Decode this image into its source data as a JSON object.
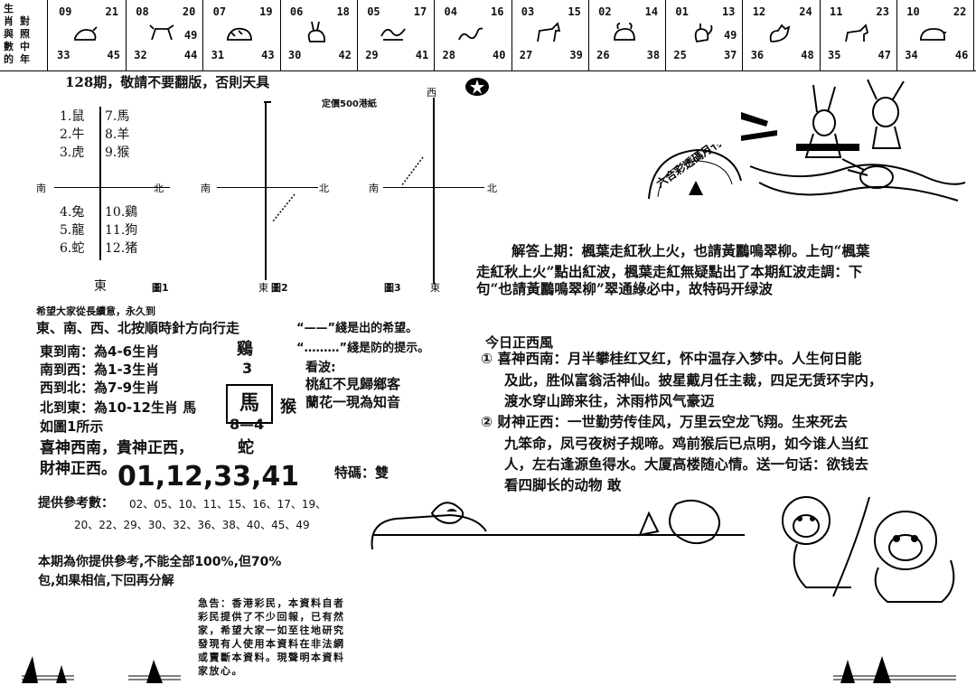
{
  "strip": {
    "side_labels": [
      "生",
      "肖",
      "與",
      "數",
      "的",
      "對",
      "照",
      "中",
      "年"
    ],
    "cells": [
      {
        "tl": "09",
        "tr": "21",
        "mr": "",
        "bl": "33",
        "br": "45",
        "animal": "rat-icon"
      },
      {
        "tl": "08",
        "tr": "20",
        "mr": "49",
        "bl": "32",
        "br": "44",
        "animal": "ox-icon"
      },
      {
        "tl": "07",
        "tr": "19",
        "mr": "",
        "bl": "31",
        "br": "43",
        "animal": "tiger-icon"
      },
      {
        "tl": "06",
        "tr": "18",
        "mr": "",
        "bl": "30",
        "br": "42",
        "animal": "rabbit-icon"
      },
      {
        "tl": "05",
        "tr": "17",
        "mr": "",
        "bl": "29",
        "br": "41",
        "animal": "dragon-icon"
      },
      {
        "tl": "04",
        "tr": "16",
        "mr": "",
        "bl": "28",
        "br": "40",
        "animal": "snake-icon"
      },
      {
        "tl": "03",
        "tr": "15",
        "mr": "",
        "bl": "27",
        "br": "39",
        "animal": "horse-icon"
      },
      {
        "tl": "02",
        "tr": "14",
        "mr": "",
        "bl": "26",
        "br": "38",
        "animal": "goat-icon"
      },
      {
        "tl": "01",
        "tr": "13",
        "mr": "49",
        "bl": "25",
        "br": "37",
        "animal": "monkey-icon"
      },
      {
        "tl": "12",
        "tr": "24",
        "mr": "",
        "bl": "36",
        "br": "48",
        "animal": "rooster-icon"
      },
      {
        "tl": "11",
        "tr": "23",
        "mr": "",
        "bl": "35",
        "br": "47",
        "animal": "dog-icon"
      },
      {
        "tl": "10",
        "tr": "22",
        "mr": "",
        "bl": "34",
        "br": "46",
        "animal": "pig-icon"
      }
    ]
  },
  "header": {
    "issue_line": "128期，敬請不要翻版，否則天具",
    "price": "定價500港紙"
  },
  "diagrams": {
    "zodiac_list": [
      "1.鼠",
      "7.馬",
      "2.牛",
      "8.羊",
      "3.虎",
      "9.猴",
      "4.兔",
      "10.鷄",
      "5.龍",
      "11.狗",
      "6.蛇",
      "12.猪"
    ],
    "south": "南",
    "north": "北",
    "east": "東",
    "west": "西",
    "captions": [
      "圖1",
      "圖2",
      "圖3"
    ]
  },
  "left_block": {
    "wish": "希望大家從長續意，永久到",
    "rule": "東、南、西、北按順時針方向行走",
    "solid_line": "“——”綫是出的希望。",
    "dotted_line": "“………”綫是防的提示。",
    "rows": [
      "東到南：為4-6生肖",
      "南到西：為1-3生肖",
      "西到北：為7-9生肖",
      "北到東：為10-12生肖 馬"
    ],
    "example": "如圖1所示",
    "gods_1": "喜神西南，貴神正西，",
    "gods_2": "財神正西。",
    "compass_top": "鷄",
    "compass_3": "3",
    "compass_center": "馬",
    "compass_right": "猴",
    "compass_84": "8—4",
    "compass_bottom": "蛇"
  },
  "poem": {
    "label": "看波:",
    "line1": "桃紅不見歸鄉客",
    "line2": "蘭花一現為知音"
  },
  "main_numbers": "01,12,33,41",
  "special": "特碼：雙",
  "reference": {
    "label": "提供參考數：",
    "row1": "02、05、10、11、15、16、17、19、",
    "row2": "20、22、29、30、32、36、38、40、45、49"
  },
  "disclaimer": {
    "line1": "本期為你提供參考,不能全部100%,但70%",
    "line2": "包,如果相信,下回再分解"
  },
  "notice": [
    "急告：香港彩民，本資料自者",
    "彩民提供了不少回報，已有然",
    "家，希望大家一如至往地研究",
    "發現有人使用本資料在非法網",
    "或賣斷本資料。現聲明本資料",
    "家放心。"
  ],
  "answer": {
    "line1": "解答上期：楓葉走紅秋上火，也請黃鸝鳴翠柳。上句“楓葉",
    "line2": "走紅秋上火”點出紅波，楓葉走紅無疑點出了本期紅波走調：下",
    "line3": "句“也請黃鸝鳴翠柳”翠通綠必中，故特码开绿波"
  },
  "today": {
    "heading": "今日正西風",
    "p1_1": "①  喜神西南：月半攀桂红又红，怀中温存入梦中。人生何日能",
    "p1_2": "及此，胜似富翁活神仙。披星戴月任主裁，四足无赁环宇内，",
    "p1_3": "渡水穿山蹄来往，沐雨栉风气豪迈",
    "p2_1": "②  财神正西：一世勤劳传佳风，万里云空龙飞翔。生来死去",
    "p2_2": "九笨命，凤弓夜树子规啼。鸡前猴后已点明，如今谁人当红",
    "p2_3": "人，左右逢源鱼得水。大厦高楼随心情。送一句话：欲钱去",
    "p2_4": "看四脚长的动物   敢"
  },
  "stamp": "六合彩透碼月刊"
}
